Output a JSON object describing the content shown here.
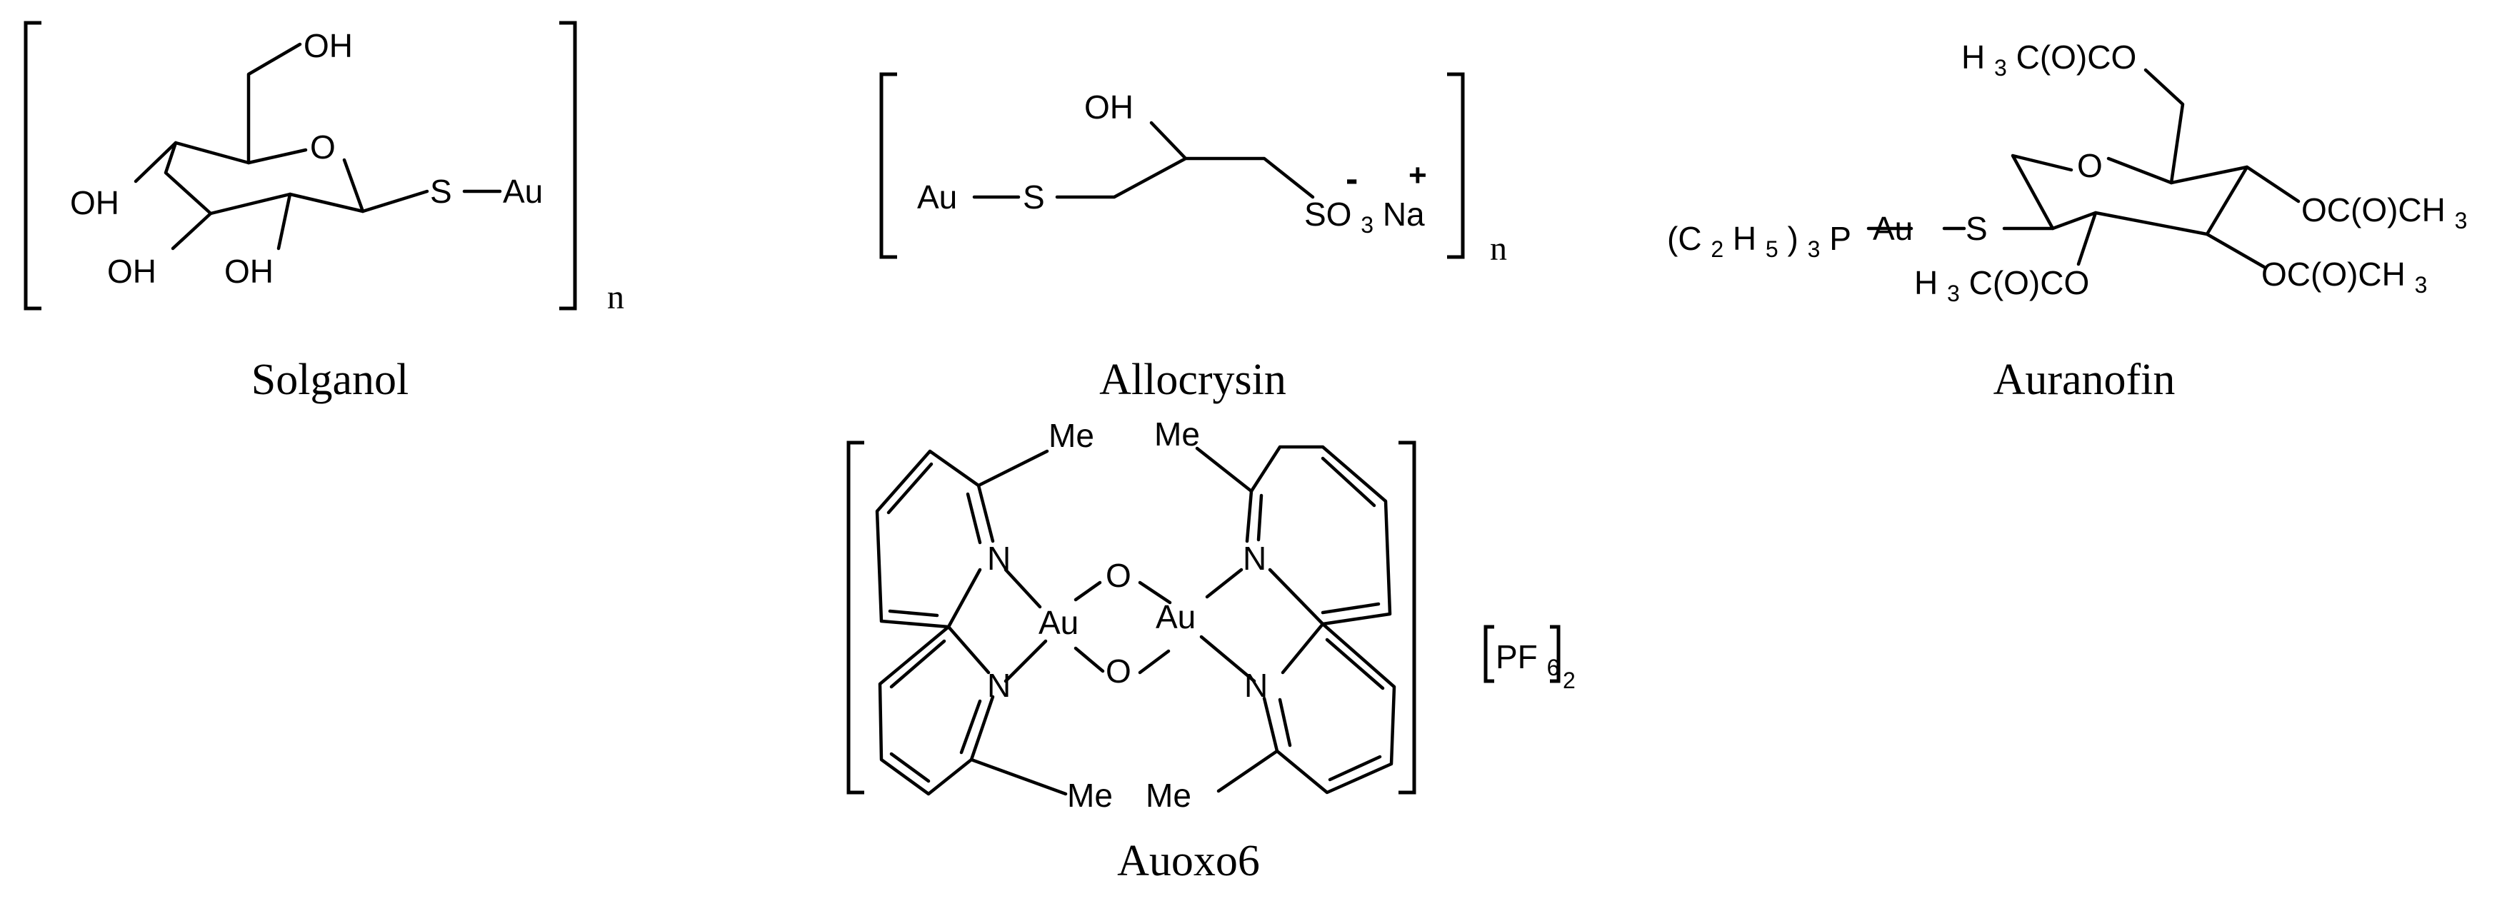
{
  "compounds": {
    "solganol": {
      "name": "Solganol",
      "repeat": "n",
      "atoms": {
        "oh_top": "OH",
        "o_ring": "O",
        "s": "S",
        "au": "Au",
        "oh_left": "OH",
        "oh_bottom1": "OH",
        "oh_bottom2": "OH"
      }
    },
    "allocrysin": {
      "name": "Allocrysin",
      "repeat": "n",
      "atoms": {
        "au": "Au",
        "s": "S",
        "oh": "OH",
        "so": "SO",
        "so_sub": "3",
        "na": "Na",
        "minus": "-",
        "plus": "+"
      }
    },
    "auranofin": {
      "name": "Auranofin",
      "atoms": {
        "ac_top_h": "H",
        "ac_top_sub": "3",
        "ac_top_rest": "C(O)CO",
        "o_ring": "O",
        "oac_r1": "OC(O)CH",
        "oac_r1_sub": "3",
        "oac_r2": "OC(O)CH",
        "oac_r2_sub": "3",
        "ac_bot_h": "H",
        "ac_bot_sub": "3",
        "ac_bot_rest": "C(O)CO",
        "pet_open": "(C",
        "pet_sub1": "2",
        "pet_h": "H",
        "pet_sub2": "5",
        "pet_close": ")",
        "pet_sub3": "3",
        "pet_p": "P",
        "au": "Au",
        "s": "S"
      }
    },
    "auoxo6": {
      "name": "Auoxo6",
      "atoms": {
        "me": "Me",
        "n": "N",
        "o": "O",
        "au": "Au",
        "counterion": "PF",
        "counterion_sub": "6",
        "counterion_count": "2"
      }
    }
  }
}
